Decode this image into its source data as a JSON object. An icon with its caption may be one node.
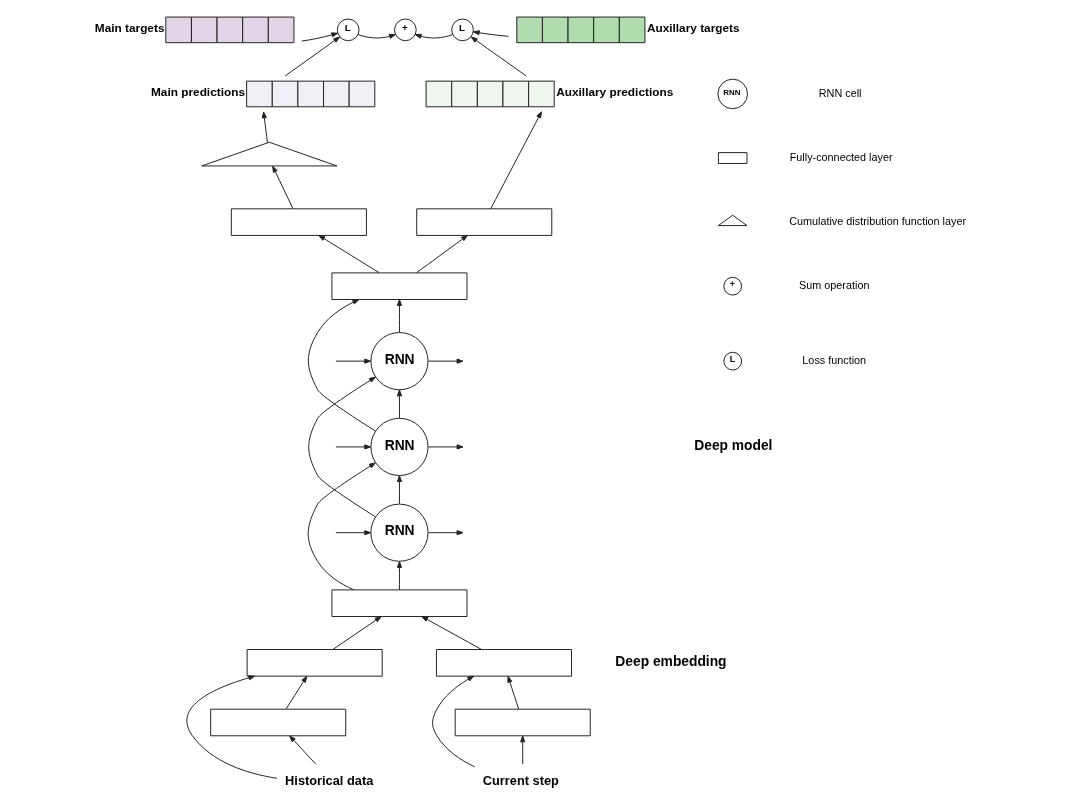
{
  "diagram": {
    "nodes": [
      {
        "text": [
          "Main targets"
        ]
      },
      {
        "text": [
          "Main predictions"
        ]
      },
      {
        "text": [
          "L"
        ]
      },
      {
        "text": [
          "+"
        ]
      },
      {
        "text": [
          "L"
        ]
      },
      {
        "text": [
          "Auxillary targets"
        ]
      },
      {
        "text": [
          "Auxillary predictions"
        ]
      },
      {
        "text": [],
        "shape": "triangle"
      },
      {
        "text": [],
        "shape": "box"
      },
      {
        "text": [],
        "shape": "box"
      },
      {
        "text": [],
        "shape": "box"
      },
      {
        "text": [
          "RNN"
        ]
      },
      {
        "text": [
          "RNN"
        ]
      },
      {
        "text": [
          "RNN"
        ]
      },
      {
        "text": [],
        "shape": "box"
      },
      {
        "text": [],
        "shape": "box"
      },
      {
        "text": [],
        "shape": "box"
      },
      {
        "text": [],
        "shape": "box"
      },
      {
        "text": [],
        "shape": "box"
      },
      {
        "text": [
          "Historical data"
        ]
      },
      {
        "text": [
          "Current step"
        ]
      }
    ],
    "edges": [
      {
        "from": 0,
        "to": 2,
        "arrow": "to"
      },
      {
        "from": 1,
        "to": 2,
        "arrow": "to"
      },
      {
        "from": 2,
        "to": 3,
        "arrow": "to"
      },
      {
        "from": 4,
        "to": 3,
        "arrow": "to"
      },
      {
        "from": 5,
        "to": 4,
        "arrow": "to"
      },
      {
        "from": 6,
        "to": 4,
        "arrow": "to"
      },
      {
        "from": 7,
        "to": 1,
        "arrow": "to"
      },
      {
        "from": 8,
        "to": 7,
        "arrow": "to"
      },
      {
        "from": 9,
        "to": 6,
        "arrow": "to"
      },
      {
        "from": 10,
        "to": 8,
        "arrow": "to"
      },
      {
        "from": 10,
        "to": 9,
        "arrow": "to"
      },
      {
        "from": 11,
        "to": 10,
        "arrow": "to"
      },
      {
        "from": 12,
        "to": 11,
        "arrow": "to"
      },
      {
        "from": 13,
        "to": 12,
        "arrow": "to"
      },
      {
        "from": 14,
        "to": 13,
        "arrow": "to"
      },
      {
        "from": 14,
        "to": 12,
        "arrow": "to"
      },
      {
        "from": 13,
        "to": 11,
        "arrow": "to"
      },
      {
        "from": 12,
        "to": 10,
        "arrow": "to"
      },
      {
        "from": null,
        "to": 11,
        "arrow": "to"
      },
      {
        "from": 11,
        "to": null,
        "arrow": "to"
      },
      {
        "from": null,
        "to": 12,
        "arrow": "to"
      },
      {
        "from": 12,
        "to": null,
        "arrow": "to"
      },
      {
        "from": null,
        "to": 13,
        "arrow": "to"
      },
      {
        "from": 13,
        "to": null,
        "arrow": "to"
      },
      {
        "from": 15,
        "to": 14,
        "arrow": "to"
      },
      {
        "from": 17,
        "to": 14,
        "arrow": "to"
      },
      {
        "from": 16,
        "to": 15,
        "arrow": "to"
      },
      {
        "from": 18,
        "to": 17,
        "arrow": "to"
      },
      {
        "from": 19,
        "to": 16,
        "arrow": "to"
      },
      {
        "from": 19,
        "to": 15,
        "arrow": "to"
      },
      {
        "from": 20,
        "to": 18,
        "arrow": "to"
      },
      {
        "from": 20,
        "to": 17,
        "arrow": "to"
      }
    ],
    "labels": [
      "Deep model",
      "Deep embedding",
      "RNN",
      "+",
      "L"
    ],
    "legend": [
      {
        "text": "RNN cell"
      },
      {
        "text": "Fully-connected layer"
      },
      {
        "text": "Cumulative distribution function layer"
      },
      {
        "text": "Sum operation"
      },
      {
        "text": "Loss function"
      }
    ]
  }
}
